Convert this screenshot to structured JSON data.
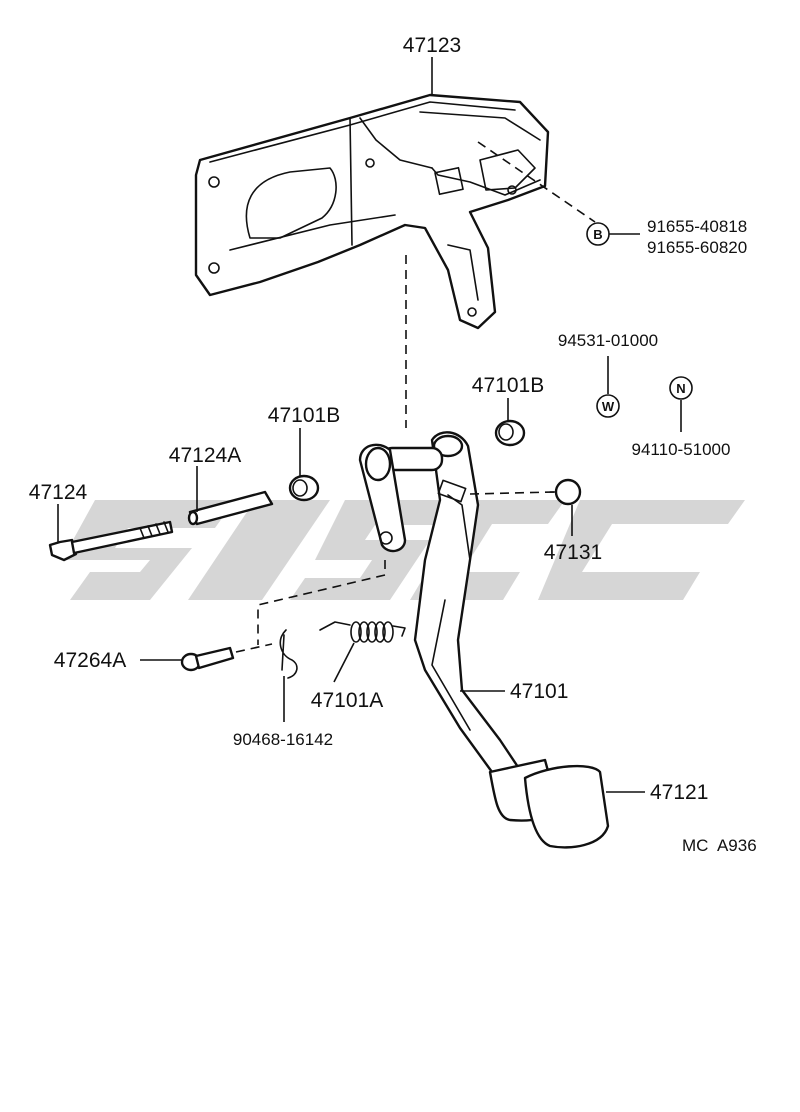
{
  "labels": {
    "bracket": "47123",
    "bolt_b_1": "91655-40818",
    "bolt_b_2": "91655-60820",
    "washer": "94531-01000",
    "nut": "94110-51000",
    "bushing_right": "47101B",
    "bushing_left": "47101B",
    "collar": "47124A",
    "bolt": "47124",
    "stopper": "47131",
    "pin": "47264A",
    "spring": "47101A",
    "clip": "90468-16142",
    "pedal": "47101",
    "pad": "47121",
    "footer": "MC  A936"
  },
  "symbols": {
    "b": "B",
    "w": "W",
    "n": "N"
  }
}
